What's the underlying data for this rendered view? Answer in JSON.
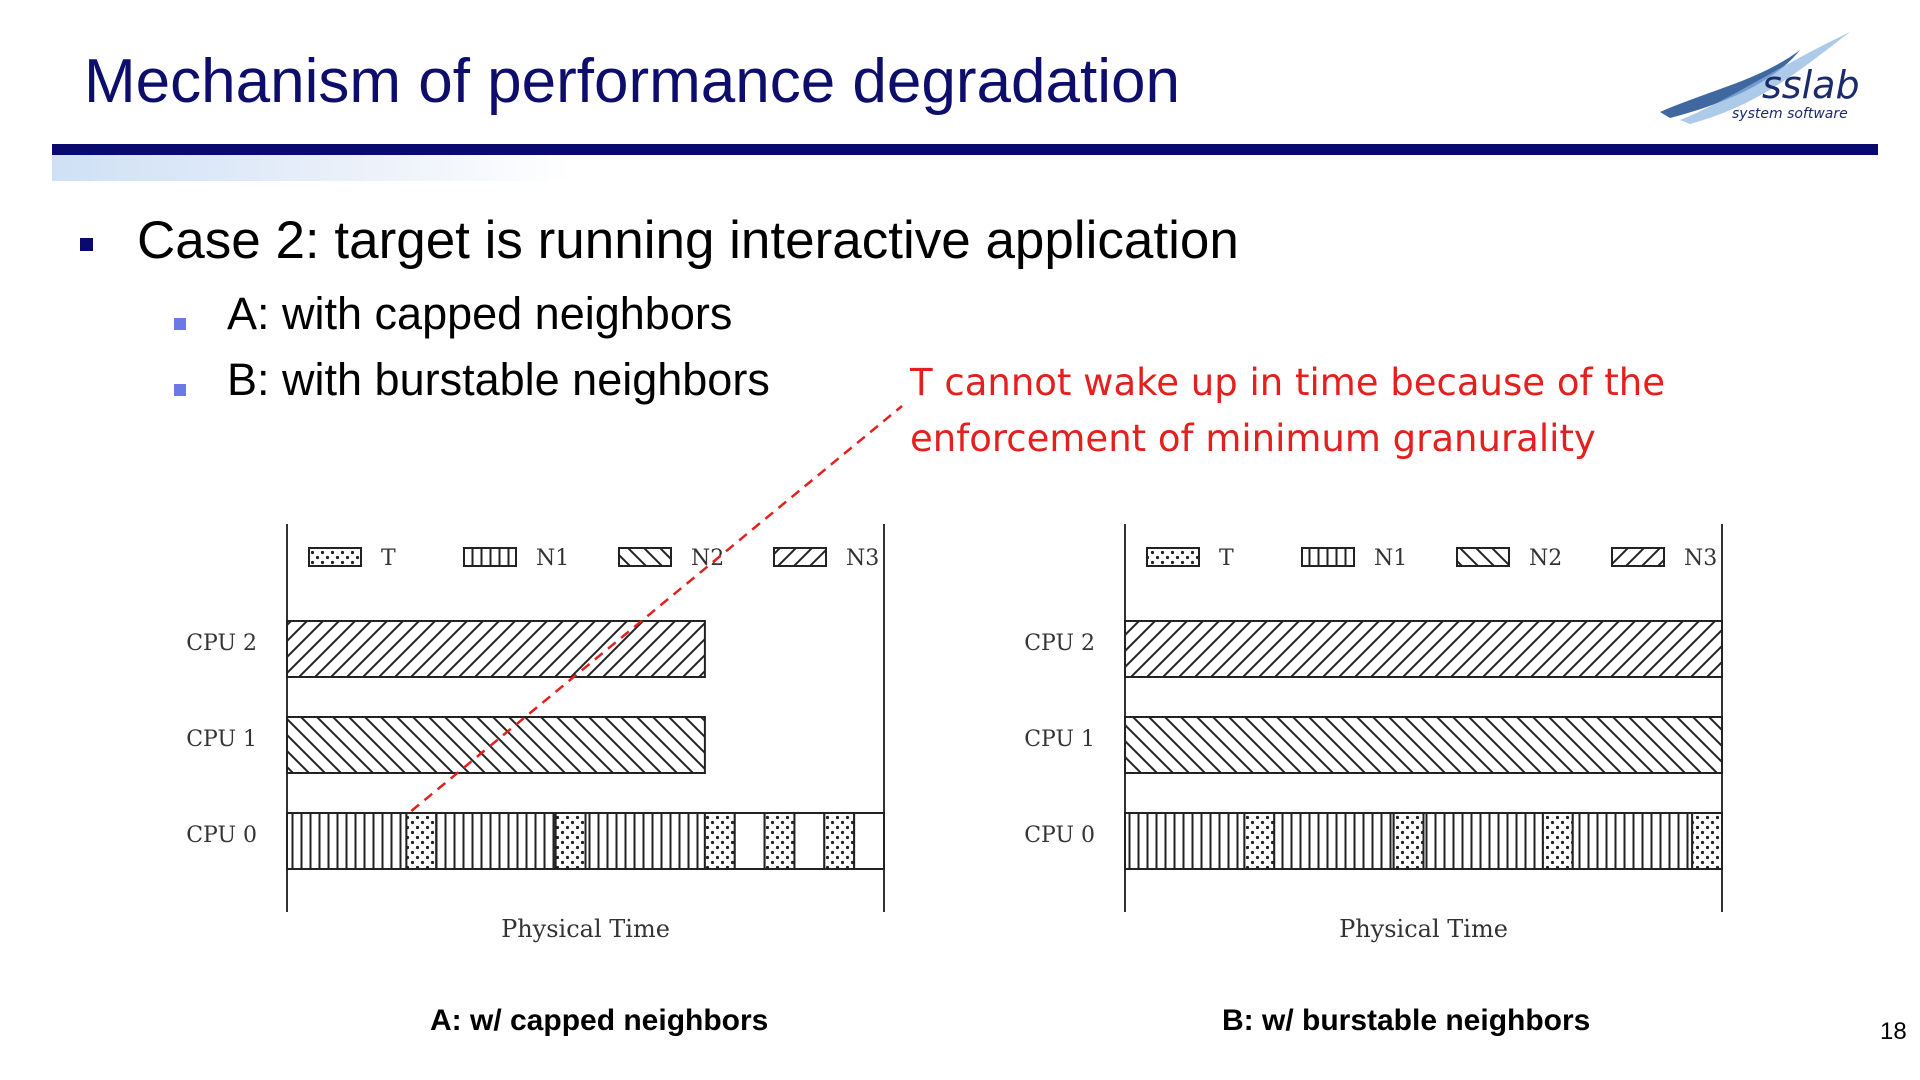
{
  "slide": {
    "title": "Mechanism of performance degradation",
    "page_number": "18"
  },
  "logo": {
    "name": "sslab",
    "tagline": "system software"
  },
  "bullets": {
    "main": "Case 2: target is running interactive application",
    "sub": [
      "A: with capped neighbors",
      "B: with burstable neighbors"
    ]
  },
  "annotation": {
    "lines": [
      "T cannot wake up in time because of the",
      "enforcement of minimum granurality"
    ],
    "color": "#e4201e"
  },
  "diagrams": [
    {
      "id": "A",
      "caption": "A: w/ capped neighbors",
      "legend": [
        "T",
        "N1",
        "N2",
        "N3"
      ],
      "cpus": [
        "CPU 2",
        "CPU 1",
        "CPU 0"
      ],
      "xlabel": "Physical Time",
      "timeline_end": 100,
      "rows": {
        "cpu2": [
          {
            "task": "N3",
            "start": 0,
            "end": 70
          }
        ],
        "cpu1": [
          {
            "task": "N2",
            "start": 0,
            "end": 70
          }
        ],
        "cpu0": [
          {
            "task": "N1",
            "start": 0,
            "end": 20
          },
          {
            "task": "T",
            "start": 20,
            "end": 25
          },
          {
            "task": "N1",
            "start": 25,
            "end": 45
          },
          {
            "task": "T",
            "start": 45,
            "end": 50
          },
          {
            "task": "N1",
            "start": 50,
            "end": 70
          },
          {
            "task": "T",
            "start": 70,
            "end": 75
          },
          {
            "task": "idle",
            "start": 75,
            "end": 80
          },
          {
            "task": "T",
            "start": 80,
            "end": 85
          },
          {
            "task": "idle",
            "start": 85,
            "end": 90
          },
          {
            "task": "T",
            "start": 90,
            "end": 95
          },
          {
            "task": "idle",
            "start": 95,
            "end": 100
          }
        ]
      }
    },
    {
      "id": "B",
      "caption": "B: w/ burstable neighbors",
      "legend": [
        "T",
        "N1",
        "N2",
        "N3"
      ],
      "cpus": [
        "CPU 2",
        "CPU 1",
        "CPU 0"
      ],
      "xlabel": "Physical Time",
      "timeline_end": 100,
      "rows": {
        "cpu2": [
          {
            "task": "N3",
            "start": 0,
            "end": 100
          }
        ],
        "cpu1": [
          {
            "task": "N2",
            "start": 0,
            "end": 100
          }
        ],
        "cpu0": [
          {
            "task": "N1",
            "start": 0,
            "end": 20
          },
          {
            "task": "T",
            "start": 20,
            "end": 25
          },
          {
            "task": "N1",
            "start": 25,
            "end": 45
          },
          {
            "task": "T",
            "start": 45,
            "end": 50
          },
          {
            "task": "N1",
            "start": 50,
            "end": 70
          },
          {
            "task": "T",
            "start": 70,
            "end": 75
          },
          {
            "task": "N1",
            "start": 75,
            "end": 95
          },
          {
            "task": "T",
            "start": 95,
            "end": 100
          }
        ]
      }
    }
  ]
}
